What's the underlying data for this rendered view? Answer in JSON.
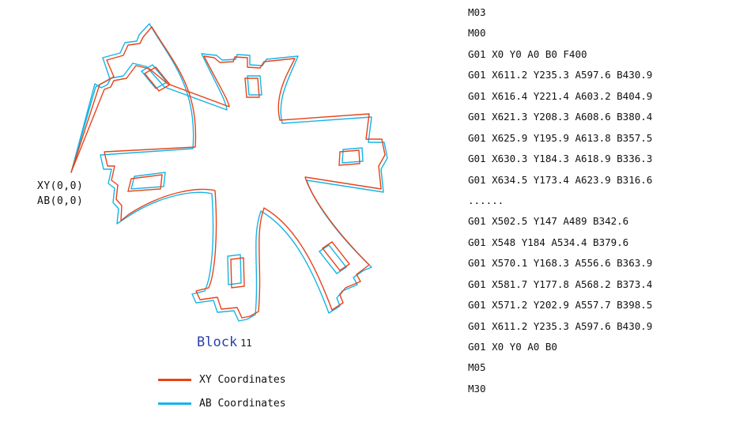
{
  "diagram": {
    "origin_xy_label": "XY(0,0)",
    "origin_ab_label": "AB(0,0)",
    "block_title": "Block",
    "block_number": "11",
    "colors": {
      "xy": "#e8431a",
      "ab": "#16b4e6",
      "title": "#2a3fae"
    }
  },
  "legend": {
    "xy_label": "XY Coordinates",
    "ab_label": "AB Coordinates"
  },
  "gcode": [
    "M03",
    "M00",
    "G01 X0 Y0 A0 B0 F400",
    "G01 X611.2 Y235.3 A597.6 B430.9",
    "G01 X616.4 Y221.4 A603.2 B404.9",
    "G01 X621.3 Y208.3 A608.6 B380.4",
    "G01 X625.9 Y195.9 A613.8 B357.5",
    "G01 X630.3 Y184.3 A618.9 B336.3",
    "G01 X634.5 Y173.4 A623.9 B316.6",
    "......",
    "G01 X502.5 Y147 A489 B342.6",
    "G01 X548 Y184 A534.4 B379.6",
    "G01 X570.1 Y168.3 A556.6 B363.9",
    "G01 X581.7 Y177.8 A568.2 B373.4",
    "G01 X571.2 Y202.9 A557.7 B398.5",
    "G01 X611.2 Y235.3 A597.6 B430.9",
    "G01 X0 Y0 A0 B0",
    "M05",
    "M30"
  ]
}
